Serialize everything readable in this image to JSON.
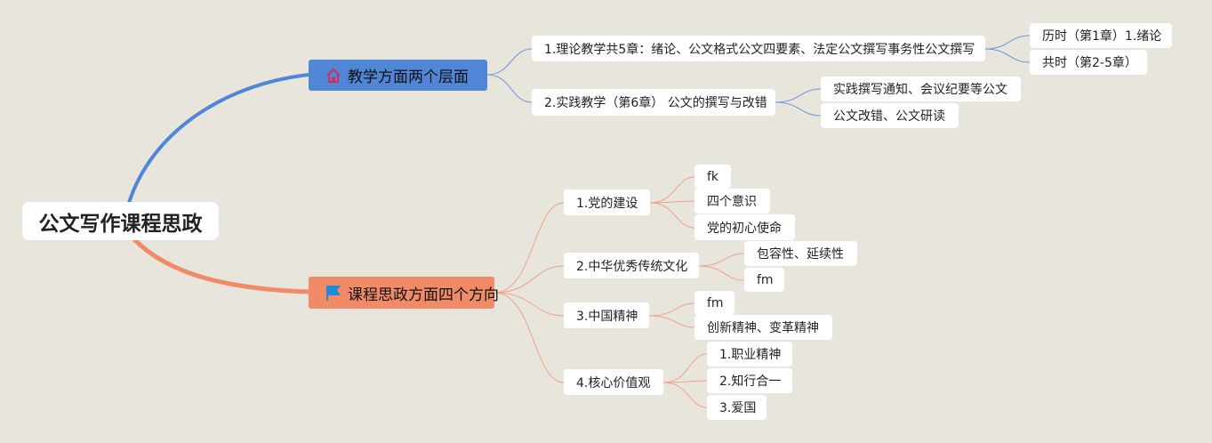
{
  "root": {
    "label": "公文写作课程思政"
  },
  "colors": {
    "background": "#e8e5dd",
    "teaching": "#4f86d6",
    "ideology": "#f18a66"
  },
  "teaching": {
    "label": "教学方面两个层面",
    "icon": "home-icon",
    "children": [
      {
        "label": "1.理论教学共5章：绪论、公文格式公文四要素、法定公文撰写事务性公文撰写",
        "children": [
          {
            "label": "历时（第1章）1.绪论"
          },
          {
            "label": "共时（第2-5章）"
          }
        ]
      },
      {
        "label": "2.实践教学（第6章） 公文的撰写与改错",
        "children": [
          {
            "label": "实践撰写通知、会议纪要等公文"
          },
          {
            "label": "公文改错、公文研读"
          }
        ]
      }
    ]
  },
  "ideology": {
    "label": "课程思政方面四个方向",
    "icon": "flag-icon",
    "children": [
      {
        "label": "1.党的建设",
        "children": [
          {
            "label": "fk"
          },
          {
            "label": "四个意识"
          },
          {
            "label": "党的初心使命"
          }
        ]
      },
      {
        "label": "2.中华优秀传统文化",
        "children": [
          {
            "label": "包容性、延续性"
          },
          {
            "label": "fm"
          }
        ]
      },
      {
        "label": "3.中国精神",
        "children": [
          {
            "label": "fm"
          },
          {
            "label": "创新精神、变革精神"
          }
        ]
      },
      {
        "label": "4.核心价值观",
        "children": [
          {
            "label": "1.职业精神"
          },
          {
            "label": "2.知行合一"
          },
          {
            "label": "3.爱国"
          }
        ]
      }
    ]
  }
}
